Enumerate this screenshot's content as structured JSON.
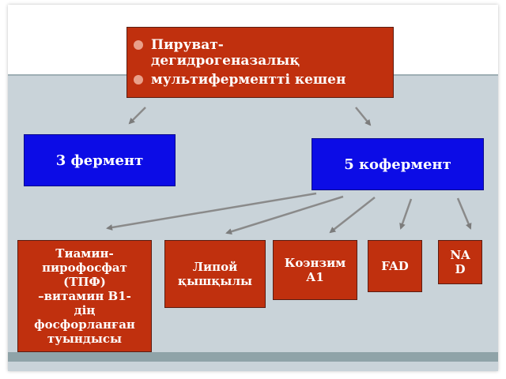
{
  "title": {
    "line1": "Пируват-",
    "line2": "дегидрогеназалық",
    "line3": "мультиферментті кешен"
  },
  "enzyme_box": "3 фермент",
  "coenzyme_box": "5 кофермент",
  "coenzymes": [
    {
      "lines": [
        "Тиамин-",
        "пирофосфат",
        "(ТПФ)",
        "–витамин В1-",
        "дің",
        "фосфорланған",
        "туындысы"
      ]
    },
    {
      "lines": [
        "Липой",
        "қышқылы"
      ]
    },
    {
      "lines": [
        "Коэнзим",
        "А1"
      ]
    },
    {
      "lines": [
        "FAD"
      ]
    },
    {
      "lines": [
        "NA",
        "D"
      ]
    }
  ],
  "colors": {
    "red_box": "#c0300e",
    "blue_box": "#0c0ce6",
    "bullet": "#e9a08a",
    "background_band": "#c9d3d9"
  }
}
